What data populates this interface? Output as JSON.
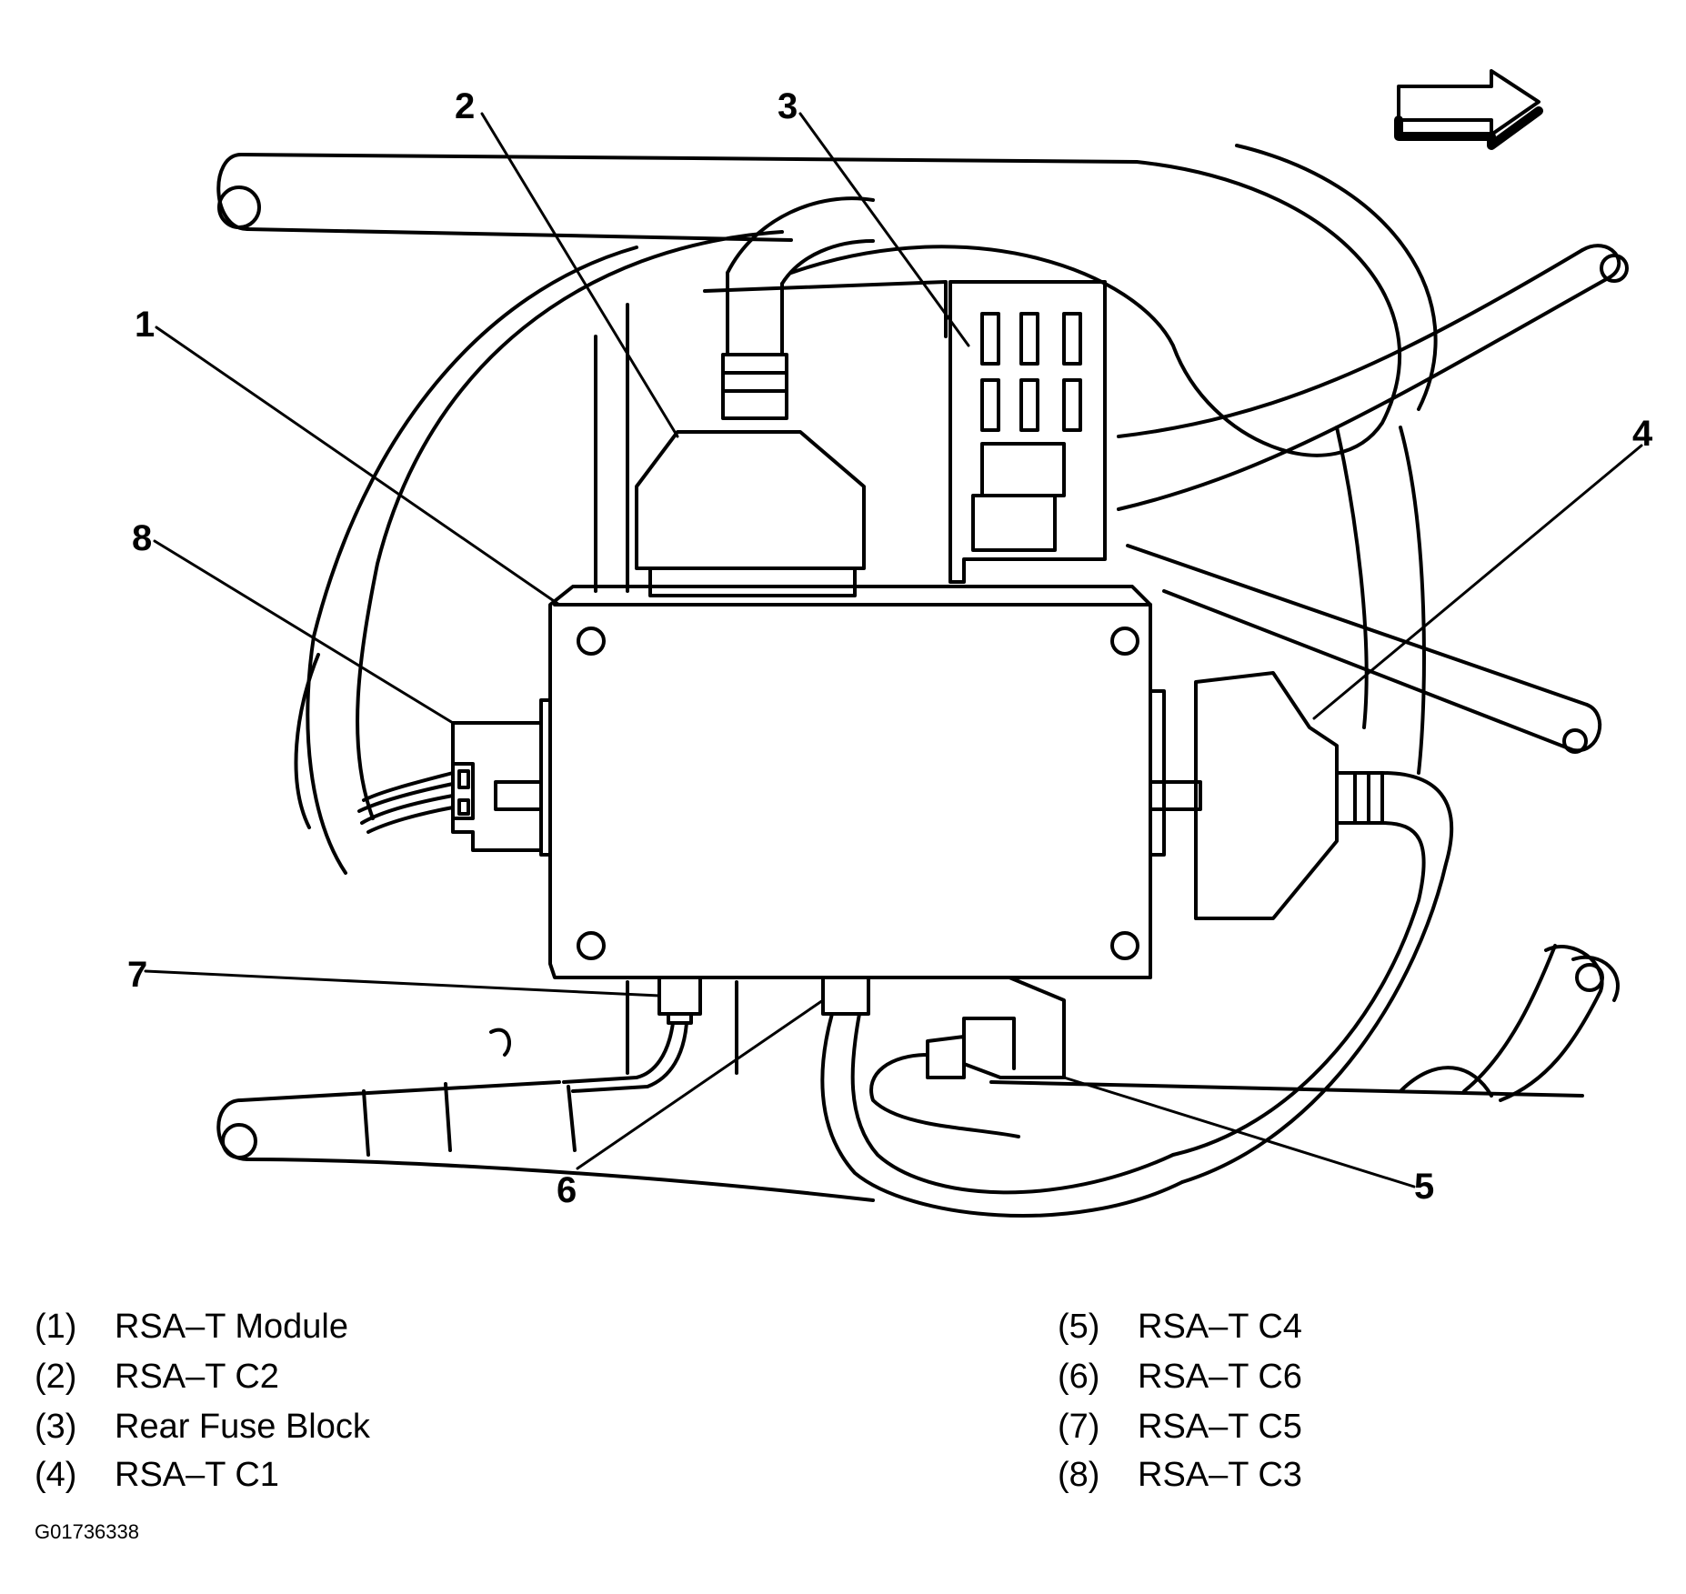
{
  "diagram": {
    "callouts": [
      "1",
      "2",
      "3",
      "4",
      "5",
      "6",
      "7",
      "8"
    ],
    "legend": [
      {
        "num": "(1)",
        "label": "RSA–T Module"
      },
      {
        "num": "(2)",
        "label": "RSA–T C2"
      },
      {
        "num": "(3)",
        "label": "Rear Fuse Block"
      },
      {
        "num": "(4)",
        "label": "RSA–T C1"
      },
      {
        "num": "(5)",
        "label": "RSA–T C4"
      },
      {
        "num": "(6)",
        "label": "RSA–T C6"
      },
      {
        "num": "(7)",
        "label": "RSA–T C5"
      },
      {
        "num": "(8)",
        "label": "RSA–T C3"
      }
    ],
    "figure_id": "G01736338",
    "line_color": "#000000"
  }
}
